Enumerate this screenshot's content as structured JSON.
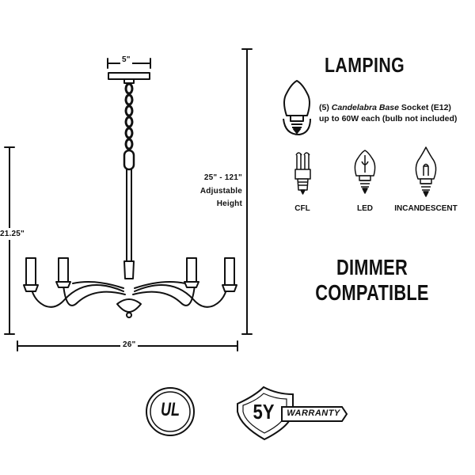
{
  "dimensions": {
    "canopy_width": "5\"",
    "height_range": "25\" - 121\"",
    "adjustable": "Adjustable",
    "height": "Height",
    "body_height": "21.25\"",
    "width": "26\""
  },
  "lamping": {
    "title": "LAMPING",
    "socket_count": "(5)",
    "socket_name": "Candelabra Base",
    "socket_type": "Socket (E12)",
    "wattage_line": "up to 60W each (bulb not included)"
  },
  "bulb_types": [
    {
      "label": "CFL",
      "icon": "cfl-bulb-icon"
    },
    {
      "label": "LED",
      "icon": "led-bulb-icon"
    },
    {
      "label": "INCANDESCENT",
      "icon": "incandescent-bulb-icon"
    }
  ],
  "dimmer": {
    "line1": "DIMMER",
    "line2": "COMPATIBLE"
  },
  "badges": {
    "ul_text": "UL",
    "warranty_years": "5Y",
    "warranty_label": "WARRANTY"
  }
}
